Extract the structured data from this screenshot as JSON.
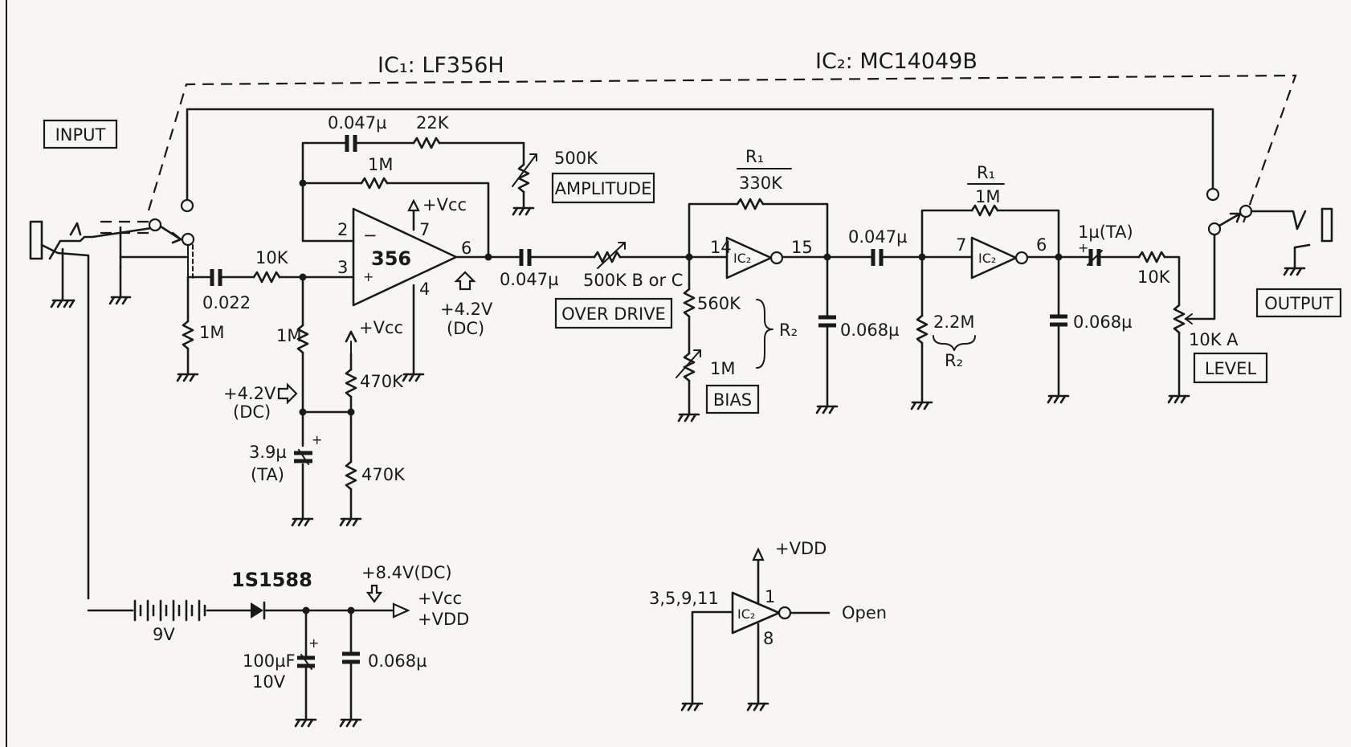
{
  "headers": {
    "ic1": "IC₁: LF356H",
    "ic2": "IC₂: MC14049B"
  },
  "boxes": {
    "input": "INPUT",
    "output": "OUTPUT",
    "amplitude": "AMPLITUDE",
    "over_drive": "OVER DRIVE",
    "bias": "BIAS",
    "level": "LEVEL"
  },
  "opamp": {
    "label": "356",
    "pin_minus": "2",
    "pin_plus": "3",
    "pin_out": "6",
    "pin_v": "7",
    "pin_g": "4",
    "vcc": "+Vcc",
    "minus_sign": "−",
    "plus_sign": "+"
  },
  "inverters": {
    "label": "IC₂",
    "inv1_in": "14",
    "inv1_out": "15",
    "inv2_in": "7",
    "inv2_out": "6",
    "inv3_in": "3,5,9,11",
    "inv3_vdd_pin": "1",
    "inv3_gnd_pin": "8",
    "open_text": "Open",
    "vdd": "+VDD"
  },
  "components": {
    "c_fb": "0.047µ",
    "r_fb_series": "22K",
    "pot_amp": "500K",
    "r_fb": "1M",
    "c_in": "0.022",
    "r_in": "10K",
    "r_in_gnd": "1M",
    "r_bias": "1M",
    "bias_vcc": "+Vcc",
    "r_div_top": "470K",
    "r_div_bot": "470K",
    "c_bias": "3.9µ",
    "c_bias_type": "(TA)",
    "v_bias": "+4.2V",
    "v_bias_dc": "(DC)",
    "v_out": "+4.2V",
    "v_out_dc": "(DC)",
    "c_couple": "0.047µ",
    "pot_drive": "500K B or C",
    "r1_a_sym": "R₁",
    "r1_a_val": "330K",
    "r_560": "560K",
    "r2_a": "R₂",
    "pot_bias": "1M",
    "c_shunt1": "0.068µ",
    "c_couple2": "0.047µ",
    "r1_b_sym": "R₁",
    "r1_b_val": "1M",
    "r_22m": "2.2M",
    "r2_b": "R₂",
    "c_shunt2": "0.068µ",
    "c_out": "1µ(TA)",
    "r_out": "10K",
    "pot_level": "10K A",
    "battery": "9V",
    "diode": "1S1588",
    "v_supply": "+8.4V(DC)",
    "supply_vcc": "+Vcc",
    "supply_vdd": "+VDD",
    "c_bulk": "100µF",
    "c_bulk_v": "10V",
    "c_decouple": "0.068µ"
  }
}
